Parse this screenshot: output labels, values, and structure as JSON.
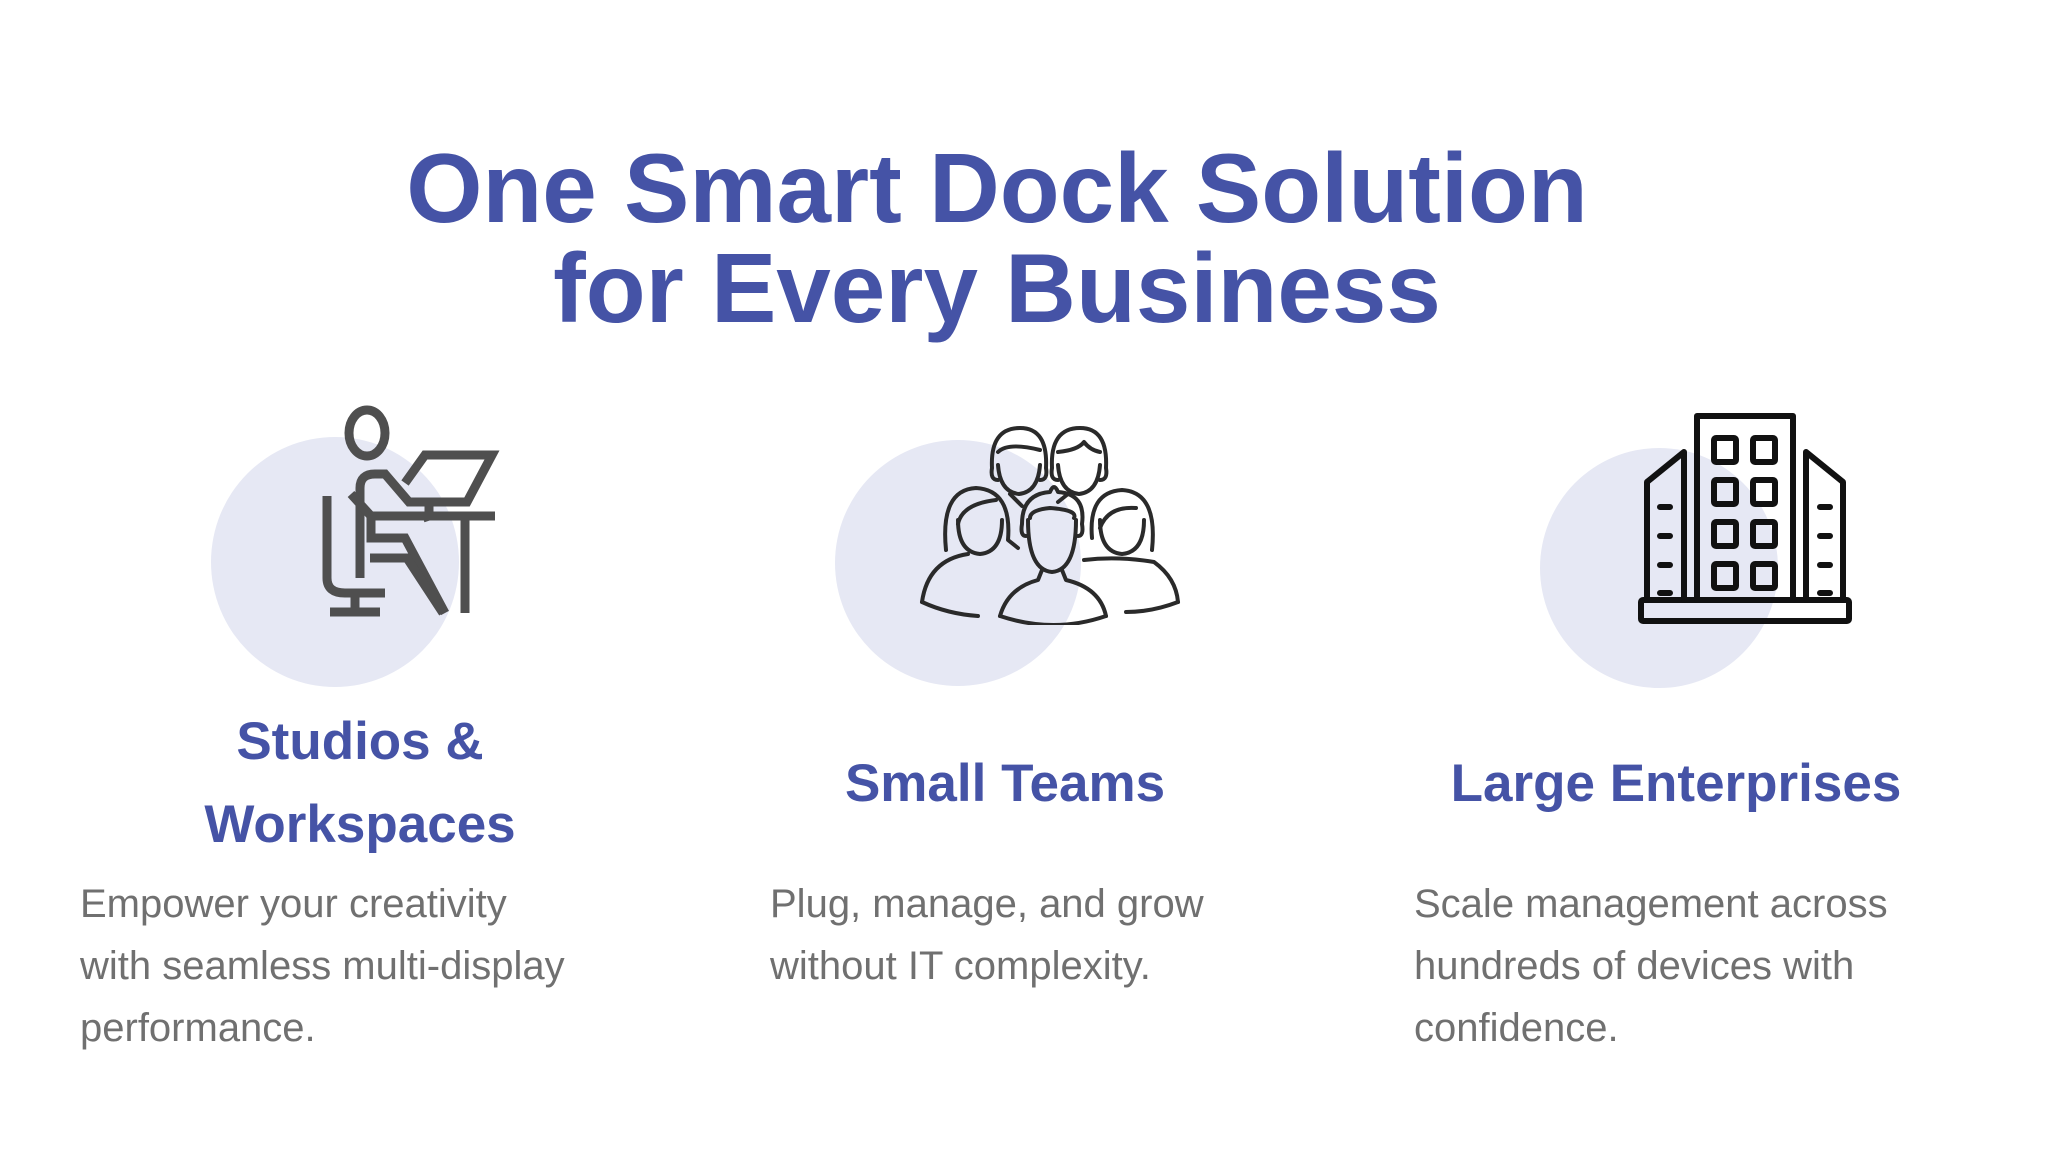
{
  "header": {
    "title_lines": [
      "One Smart Dock Solution",
      "for Every Business"
    ]
  },
  "colors": {
    "accent": "#4553a6",
    "body_text": "#707070",
    "circle_bg": "#e6e8f4",
    "icon_gray": "#4f4f4f",
    "icon_dark": "#111111"
  },
  "segments": [
    {
      "icon": "person-at-desk-icon",
      "heading_lines": [
        "Studios &",
        "Workspaces"
      ],
      "description_lines": [
        "Empower your creativity",
        "with seamless multi-display",
        "performance."
      ]
    },
    {
      "icon": "team-group-icon",
      "heading_lines": [
        "Small Teams"
      ],
      "description_lines": [
        "Plug, manage, and grow",
        "without IT complexity."
      ]
    },
    {
      "icon": "office-building-icon",
      "heading_lines": [
        "Large Enterprises"
      ],
      "description_lines": [
        "Scale management across",
        "hundreds of devices with",
        "confidence."
      ]
    }
  ]
}
